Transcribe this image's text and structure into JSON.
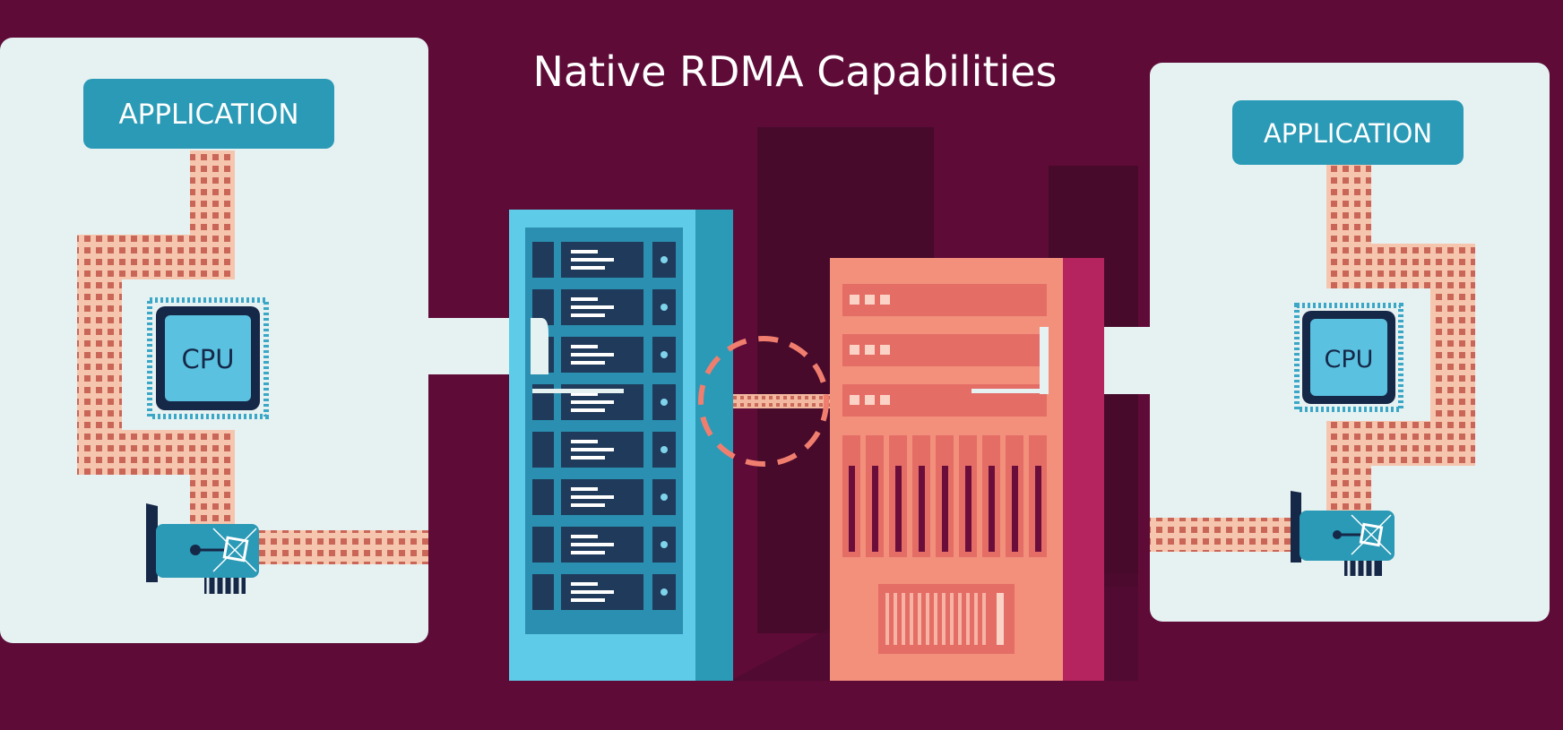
{
  "title": "Native RDMA Capabilities",
  "left_host": {
    "app_label": "APPLICATION",
    "cpu_label": "CPU"
  },
  "right_host": {
    "app_label": "APPLICATION",
    "cpu_label": "CPU"
  },
  "colors": {
    "background": "#5e0b38",
    "host_panel": "#e6f1f2",
    "app_box": "#2a9ab6",
    "cpu_chip": "#162848",
    "data_path": "#f5c2aa",
    "server_blue": "#4bb3d2",
    "server_salmon": "#f2907c",
    "link_ring": "#f07e6f"
  },
  "icons": [
    "cpu-chip-icon",
    "network-card-icon",
    "rack-server-icon",
    "tower-server-icon"
  ]
}
